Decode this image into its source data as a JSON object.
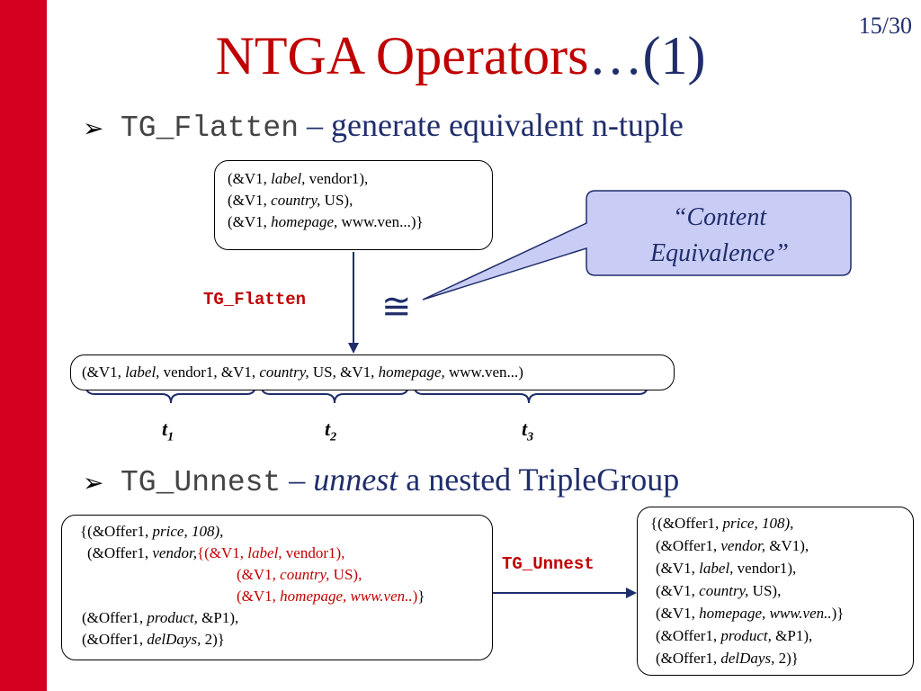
{
  "slide": {
    "page_number": "15/30",
    "title_main": "NTGA Operators",
    "title_suffix": "…(1)"
  },
  "bullet1": {
    "marker": "➢",
    "code": "TG_Flatten",
    "text": " – generate equivalent n-tuple"
  },
  "bullet2": {
    "marker": "➢",
    "code": "TG_Unnest",
    "dash": " – ",
    "emphasis": "unnest",
    "text": " a nested TripleGroup"
  },
  "flatten_input": {
    "lines": [
      {
        "a": "(&V1, ",
        "b": "label,",
        "c": "  vendor1),"
      },
      {
        "a": "(&V1, ",
        "b": "country,",
        "c": "  US),"
      },
      {
        "a": "(&V1, ",
        "b": "homepage,",
        "c": " www.ven...)}"
      }
    ]
  },
  "flatten_output": {
    "parts": [
      "(&V1, ",
      "label,",
      " vendor1, &V1, ",
      "country,",
      " US, &V1, ",
      "homepage,",
      " www.ven...)"
    ]
  },
  "operators": {
    "flatten": "TG_Flatten",
    "unnest": "TG_Unnest"
  },
  "equivalence_symbol": "≅",
  "callout": {
    "line1": "“Content",
    "line2": "Equivalence”"
  },
  "tuples": [
    {
      "name": "t",
      "sub": "1"
    },
    {
      "name": "t",
      "sub": "2"
    },
    {
      "name": "t",
      "sub": "3"
    }
  ],
  "unnest_input": {
    "l1a": "{(&Offer1, ",
    "l1b": "price,   108),",
    "l2a": "(&Offer1, ",
    "l2b": "vendor,",
    "l2c": "{(&V1, ",
    "l2d": "label,",
    "l2e": "     vendor1),",
    "l3a": "(&V1, ",
    "l3b": "country,",
    "l3c": " US),",
    "l4a": "(&V1, ",
    "l4b": "homepage, www.ven..",
    "l4c": ")",
    "l4d": "}",
    "l5a": "(&Offer1, ",
    "l5b": "product,",
    "l5c": " &P1),",
    "l6a": "(&Offer1, ",
    "l6b": "delDays,",
    "l6c": "  2)}"
  },
  "unnest_output": {
    "lines": [
      {
        "a": "{(&Offer1, ",
        "b": "price,   108),",
        "c": ""
      },
      {
        "a": "(&Offer1, ",
        "b": "vendor,",
        "c": " &V1),"
      },
      {
        "a": "(&V1, ",
        "b": "label,",
        "c": "     vendor1),"
      },
      {
        "a": "(&V1, ",
        "b": "country,",
        "c": " US),"
      },
      {
        "a": "(&V1, ",
        "b": "homepage, www.ven..",
        "c": ")}"
      },
      {
        "a": "(&Offer1, ",
        "b": "product,",
        "c": " &P1),"
      },
      {
        "a": "(&Offer1, ",
        "b": "delDays,",
        "c": "  2)}"
      }
    ]
  },
  "colors": {
    "accent_red": "#c00000",
    "side_bar": "#d3001f",
    "navy": "#1f2d6b",
    "callout_fill": "#c9cdf5"
  }
}
